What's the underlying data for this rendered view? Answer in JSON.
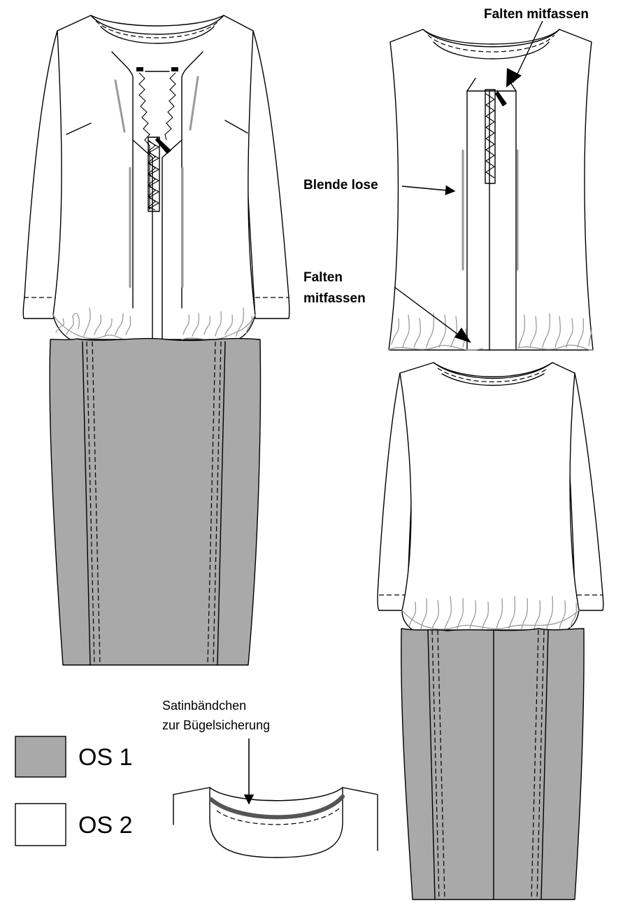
{
  "annotations": {
    "top_right": "Falten mitfassen",
    "blende": "Blende lose",
    "falten_line1": "Falten",
    "falten_line2": "mitfassen",
    "satin_line1": "Satinbändchen",
    "satin_line2": "zur Bügelsicherung"
  },
  "legend": [
    {
      "label": "OS 1",
      "color": "#a9a9a9"
    },
    {
      "label": "OS 2",
      "color": "#ffffff"
    }
  ],
  "colors": {
    "os1_fill": "#a9a9a9",
    "os2_fill": "#ffffff",
    "outline": "#000000",
    "gather": "#9a9a9a",
    "satin_tape": "#555555"
  }
}
